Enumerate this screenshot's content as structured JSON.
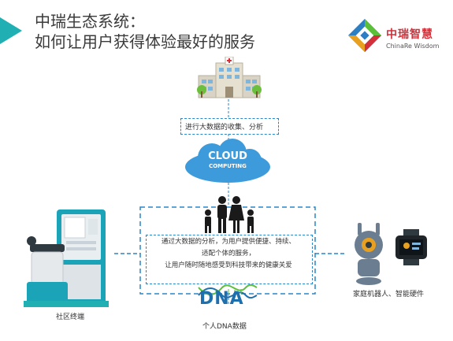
{
  "title": {
    "line1": "中瑞生态系统：",
    "line2": "如何让用户获得体验最好的服务"
  },
  "logo": {
    "name": "中瑞智慧",
    "subtitle": "ChinaRe Wisdom"
  },
  "hospital": {
    "caption": "进行大数据的收集、分析"
  },
  "cloud": {
    "line1": "CLOUD",
    "line2": "COMPUTING"
  },
  "center": {
    "lines": [
      "通过大数据的分析，为用户提供便捷、持续、",
      "适配个体的服务，",
      "让用户随时随地感受到科技带来的健康关爱"
    ]
  },
  "dna": {
    "word": "DNA",
    "caption": "个人DNA数据"
  },
  "left": {
    "caption": "社区终端"
  },
  "right": {
    "caption": "家庭机器人、智能硬件"
  },
  "colors": {
    "accent_teal": "#20b0b4",
    "line_blue": "#2a86c9",
    "cloud_blue": "#3d9bdc",
    "dna_green": "#5bbf3a",
    "logo_red": "#d3303a"
  }
}
